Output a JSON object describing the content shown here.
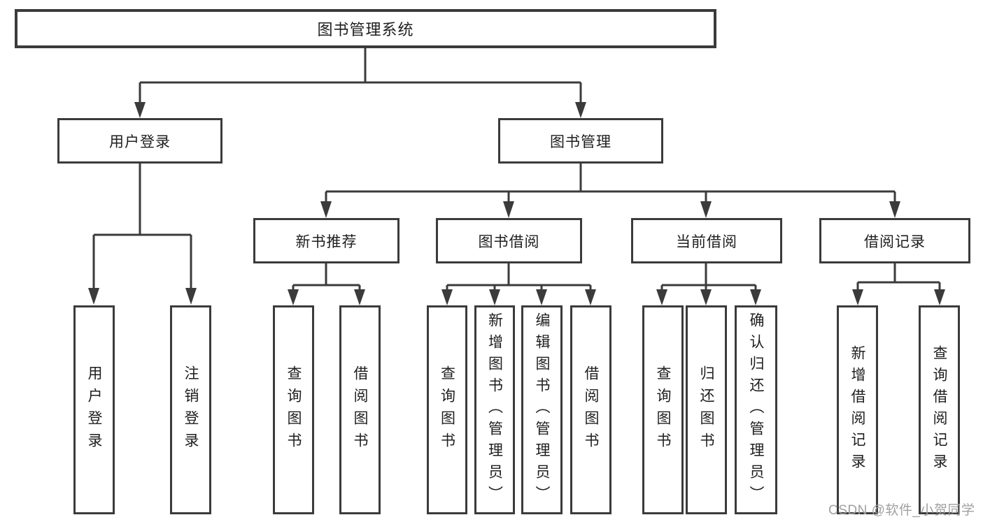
{
  "diagram": {
    "title": "图书管理系统",
    "branches": [
      {
        "label": "用户登录",
        "children": [
          {
            "label": "用户登录"
          },
          {
            "label": "注销登录"
          }
        ]
      },
      {
        "label": "图书管理",
        "children": [
          {
            "label": "新书推荐",
            "children": [
              {
                "label": "查询图书"
              },
              {
                "label": "借阅图书"
              }
            ]
          },
          {
            "label": "图书借阅",
            "children": [
              {
                "label": "查询图书"
              },
              {
                "label": "新增图书（管理员）"
              },
              {
                "label": "编辑图书（管理员）"
              },
              {
                "label": "借阅图书"
              }
            ]
          },
          {
            "label": "当前借阅",
            "children": [
              {
                "label": "查询图书"
              },
              {
                "label": "归还图书"
              },
              {
                "label": "确认归还（管理员）"
              }
            ]
          },
          {
            "label": "借阅记录",
            "children": [
              {
                "label": "新增借阅记录"
              },
              {
                "label": "查询借阅记录"
              }
            ]
          }
        ]
      }
    ]
  },
  "watermark": {
    "text": "CSDN @软件_小贺同学"
  },
  "colors": {
    "line": "#3b3b3b",
    "box_border": "#3b3b3b",
    "text": "#1e1e1e",
    "watermark": "#a0a0a0",
    "background": "#ffffff"
  }
}
